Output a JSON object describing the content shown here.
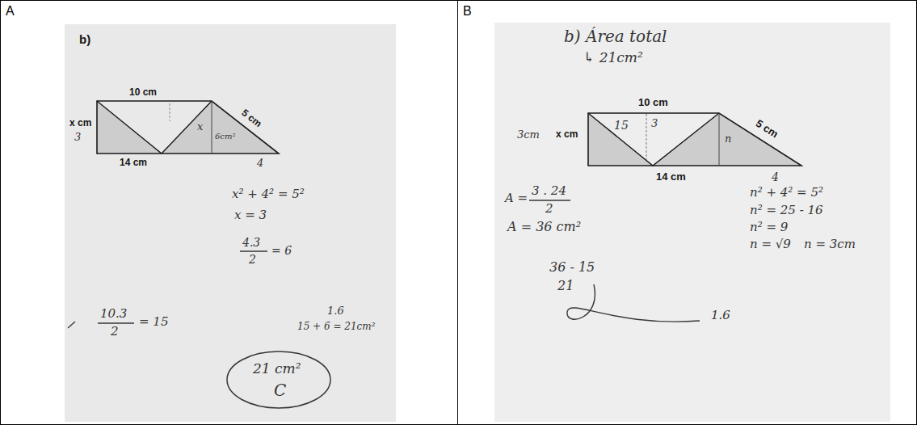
{
  "diagram": {
    "nodes": [
      {
        "text": [
          "A"
        ]
      },
      {
        "text": [
          "B"
        ]
      }
    ],
    "labels": [
      "b)",
      "10 cm",
      "5 cm",
      "x cm",
      "3",
      "14 cm",
      "4",
      "x",
      "6cm²",
      "x² + 4² = 5²",
      "x = 3",
      "4.3",
      "2",
      "= 6",
      "10.3",
      "2",
      "= 15",
      "1.6",
      "15 + 6 = 21cm²",
      "21 cm²",
      "C",
      "b) Área total",
      "↳ 21cm²",
      "10 cm",
      "15",
      "3",
      "3cm",
      "x cm",
      "n",
      "5 cm",
      "14 cm",
      "4",
      "A =",
      "3 . 24",
      "2",
      "A = 36 cm²",
      "n² + 4² = 5²",
      "n² = 25 - 16",
      "n² = 9",
      "n = √9",
      "n = 3cm",
      "36 - 15",
      "21",
      "1.6"
    ]
  }
}
